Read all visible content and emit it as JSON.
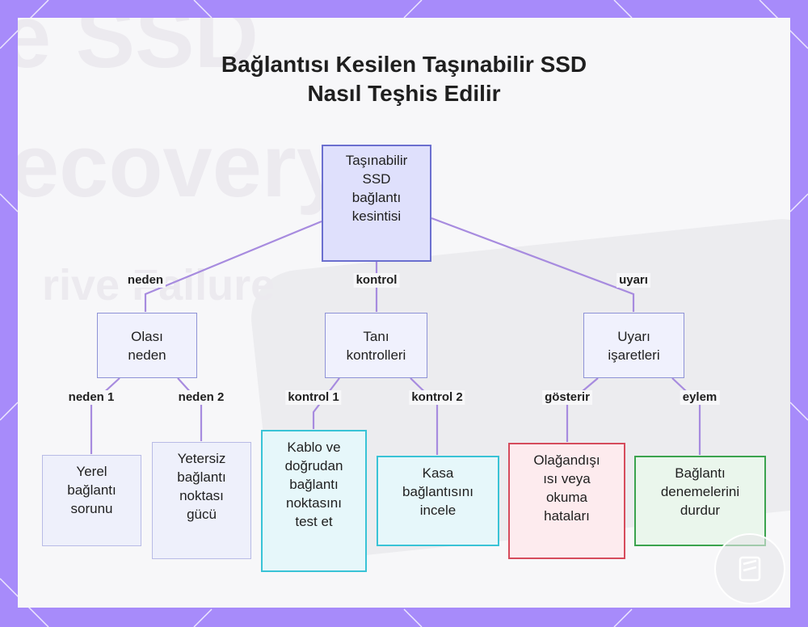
{
  "title_lines": [
    "Bağlantısı Kesilen Taşınabilir SSD",
    "Nasıl Teşhis Edilir"
  ],
  "background_watermark": [
    "e SSD",
    "ecovery",
    "rive Failure"
  ],
  "nodes": {
    "root": "Taşınabilir\nSSD\nbağlantı\nkesintisi",
    "cause": "Olası\nneden",
    "checks": "Tanı\nkontrolleri",
    "warnings": "Uyarı\nişaretleri",
    "cause1": "Yerel\nbağlantı\nsorunu",
    "cause2": "Yetersiz\nbağlantı\nnoktası\ngücü",
    "check1": "Kablo ve\ndoğrudan\nbağlantı\nnoktasını\ntest et",
    "check2": "Kasa\nbağlantısını\nincele",
    "warn1": "Olağandışı\nısı veya\nokuma\nhataları",
    "warn2": "Bağlantı\ndenemelerini\ndurdur"
  },
  "edge_labels": {
    "neden": "neden",
    "kontrol": "kontrol",
    "uyari": "uyarı",
    "neden1": "neden 1",
    "neden2": "neden 2",
    "kontrol1": "kontrol 1",
    "kontrol2": "kontrol 2",
    "gosterir": "gösterir",
    "eylem": "eylem"
  },
  "colors": {
    "frame": "#a78bfa",
    "edge": "#a78bdf",
    "root_border": "#6b6fcf",
    "cyan": "#39c3d6",
    "red": "#d64b5c",
    "green": "#3ba34e"
  },
  "badge_icon": "logo-icon"
}
